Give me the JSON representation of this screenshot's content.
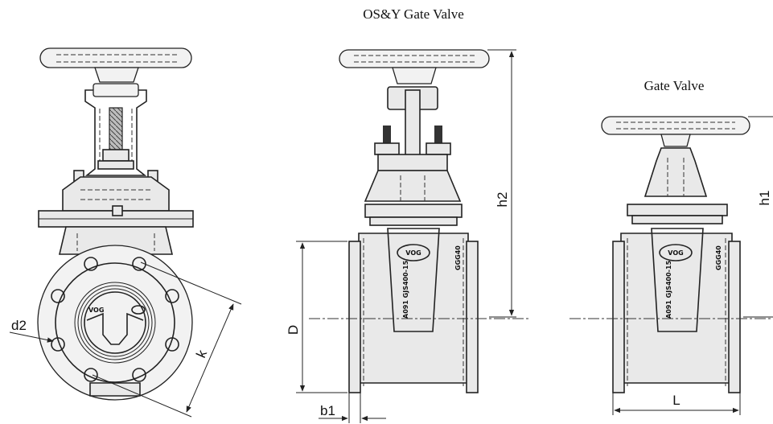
{
  "titles": {
    "os_y": "OS&Y Gate Valve",
    "gate": "Gate Valve"
  },
  "dimensions": {
    "d2": "d2",
    "k": "k",
    "D": "D",
    "b1": "b1",
    "h2": "h2",
    "h1": "h1",
    "L": "L"
  },
  "markings": {
    "brand": "VOG",
    "std_left": "A091 GJS400-15",
    "size_right": "GGG40",
    "brand_small": "VOG"
  }
}
